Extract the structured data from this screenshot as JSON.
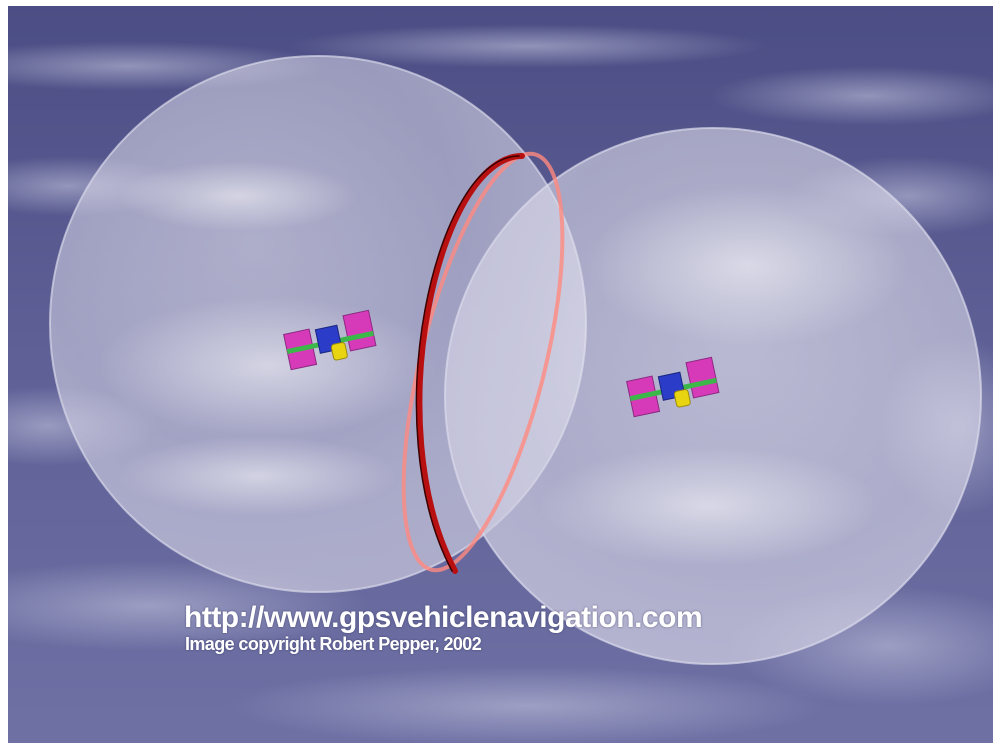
{
  "caption": {
    "url_text": "http://www.gpsvehiclenavigation.com",
    "copyright_text": "Image copyright Robert Pepper, 2002"
  },
  "colors": {
    "sky_dark": "#4a4c85",
    "sky_light": "#8a8bb8",
    "sphere_fill": "#e8e6f2",
    "intersection_ring": "#c81818",
    "solar_panel": "#d63ab8",
    "satellite_body": "#2a3cc8",
    "satellite_antenna": "#e8d410",
    "panel_strut": "#3cb84a"
  },
  "scene": {
    "objects": [
      "sphere-left",
      "sphere-right",
      "intersection-circle",
      "satellite-left",
      "satellite-right"
    ]
  }
}
